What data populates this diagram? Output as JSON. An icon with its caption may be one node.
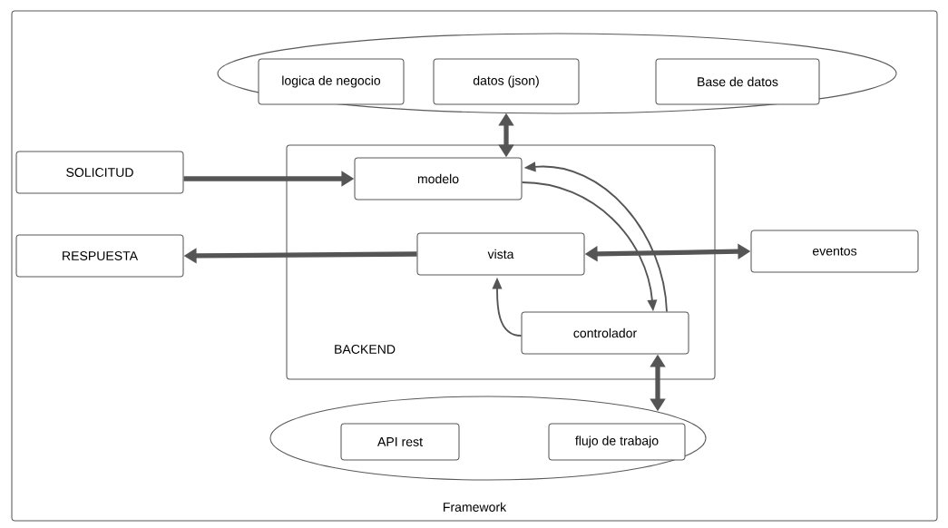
{
  "diagram": {
    "nodes": [
      {
        "text": [
          "Framework"
        ]
      },
      {
        "text": [],
        "shape": "ellipse",
        "in": 0
      },
      {
        "text": [
          "logica de negocio"
        ],
        "in": 1
      },
      {
        "text": [
          "datos (json)"
        ],
        "in": 1
      },
      {
        "text": [
          "Base de datos"
        ],
        "in": 1
      },
      {
        "text": [
          "SOLICITUD"
        ],
        "in": 0
      },
      {
        "text": [
          "BACKEND"
        ],
        "in": 0
      },
      {
        "text": [
          "modelo"
        ],
        "in": 6
      },
      {
        "text": [
          "RESPUESTA"
        ],
        "in": 0
      },
      {
        "text": [
          "vista"
        ],
        "in": 6
      },
      {
        "text": [
          "eventos"
        ],
        "in": 0
      },
      {
        "text": [
          "controlador"
        ],
        "in": 6
      },
      {
        "text": [],
        "shape": "ellipse",
        "in": 0
      },
      {
        "text": [
          "API rest"
        ],
        "in": 12
      },
      {
        "text": [
          "flujo de trabajo"
        ],
        "in": 12
      }
    ],
    "edges": [
      {
        "from": 1,
        "to": 7,
        "arrow": "both"
      },
      {
        "from": 5,
        "to": 7,
        "arrow": "to"
      },
      {
        "from": 9,
        "to": 8,
        "arrow": "to"
      },
      {
        "from": 9,
        "to": 10,
        "arrow": "both"
      },
      {
        "from": 7,
        "to": 11,
        "arrow": "to"
      },
      {
        "from": 11,
        "to": 7,
        "arrow": "to"
      },
      {
        "from": 11,
        "to": 9,
        "arrow": "to"
      },
      {
        "from": 11,
        "to": 12,
        "arrow": "both"
      }
    ]
  }
}
